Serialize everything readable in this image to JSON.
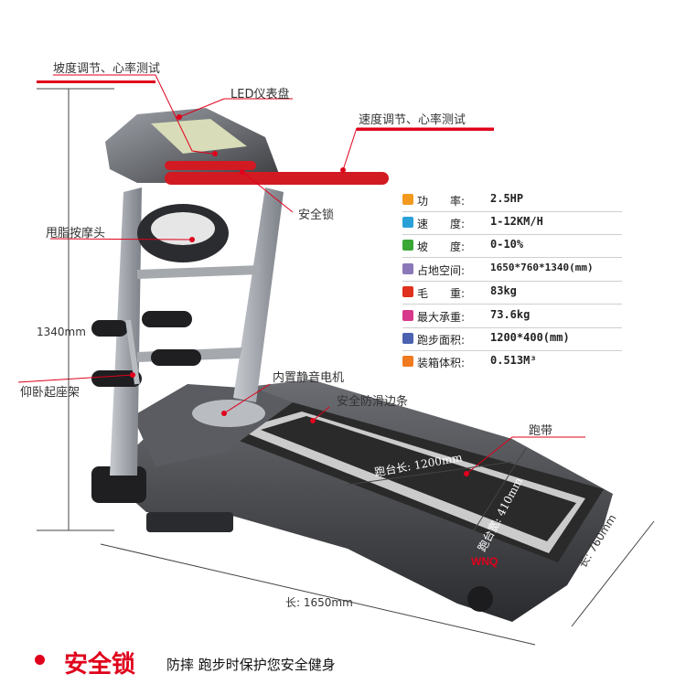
{
  "callouts": {
    "incline_hr": "坡度调节、心率测试",
    "led_panel": "LED仪表盘",
    "speed_hr": "速度调节、心率测试",
    "safety_key": "安全锁",
    "massager": "甩脂按摩头",
    "situp": "仰卧起座架",
    "motor": "内置静音电机",
    "antislip": "安全防滑边条",
    "belt": "跑带"
  },
  "dimensions": {
    "height": "1340mm",
    "length": "长: 1650mm",
    "width": "长: 760mm",
    "belt_length": "跑台长: 1200mm",
    "belt_width": "跑台宽: 410mm"
  },
  "brand": "WNQ",
  "specs": [
    {
      "label": "功　　率:",
      "value": "2.5HP",
      "icon": "power-icon",
      "color": "#f39a1e"
    },
    {
      "label": "速　　度:",
      "value": "1-12KM/H",
      "icon": "runner-icon",
      "color": "#2aa0d8"
    },
    {
      "label": "坡　　度:",
      "value": "0-10%",
      "icon": "incline-icon",
      "color": "#3aa635"
    },
    {
      "label": "占地空间:",
      "value": "1650*760*1340(mm)",
      "icon": "footprint-icon",
      "color": "#8a78b8"
    },
    {
      "label": "毛　　重:",
      "value": "83kg",
      "icon": "weight-icon",
      "color": "#e0301e"
    },
    {
      "label": "最大承重:",
      "value": "73.6kg",
      "icon": "load-icon",
      "color": "#d8388a"
    },
    {
      "label": "跑步面积:",
      "value": "1200*400(mm)",
      "icon": "belt-area-icon",
      "color": "#4a62b0"
    },
    {
      "label": "装箱体积:",
      "value": "0.513M³",
      "icon": "box-icon",
      "color": "#f07a20"
    }
  ],
  "bottom": {
    "title": "安全锁",
    "subtitle": "防摔 跑步时保护您安全健身"
  },
  "colors": {
    "accent": "#e0001b",
    "frame": "#8c9096",
    "dark": "#2b2b2e"
  }
}
